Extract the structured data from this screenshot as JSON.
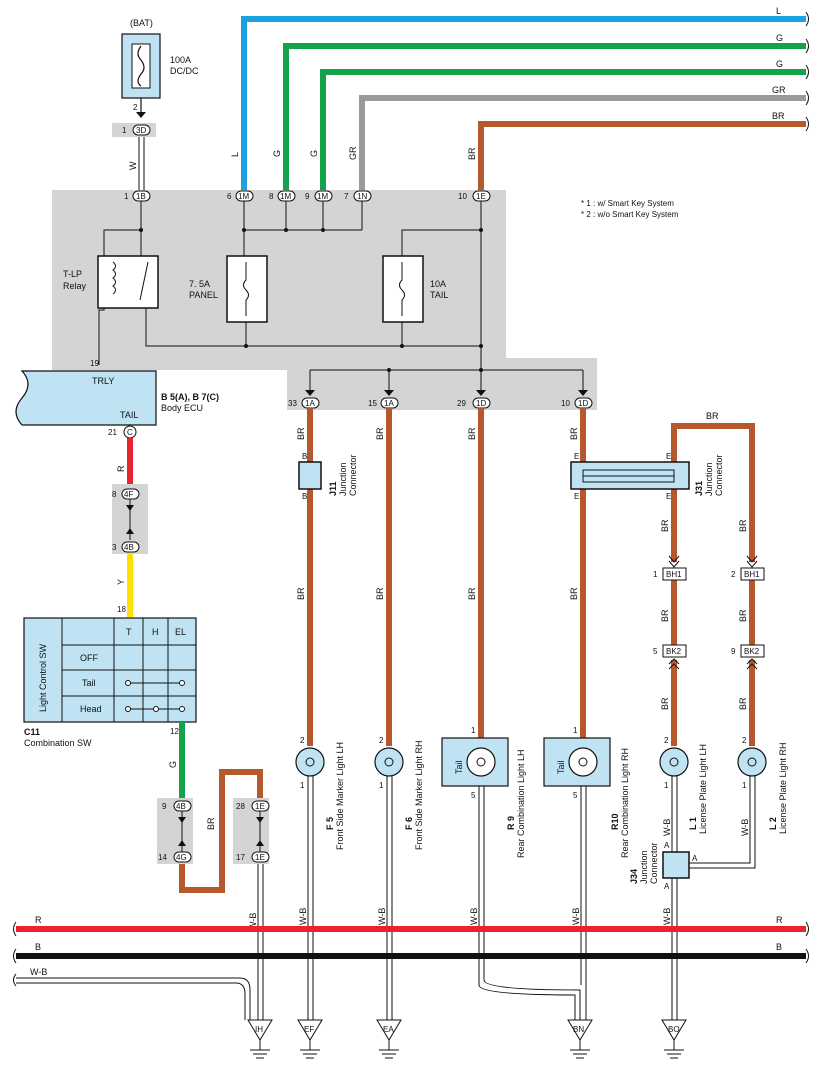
{
  "colors": {
    "blue": "#1aa3e0",
    "green": "#13a34a",
    "gray": "#9a9a9a",
    "brown": "#b5582e",
    "red": "#e8232b",
    "yellow": "#ffe100",
    "black": "#111111",
    "panel": "#d4d4d4",
    "ecu": "#bfe3f2"
  },
  "right_wires": [
    {
      "label": "L"
    },
    {
      "label": "G"
    },
    {
      "label": "G"
    },
    {
      "label": "GR"
    },
    {
      "label": "BR"
    }
  ],
  "top": {
    "bat": "(BAT)",
    "fuse100a": "100A",
    "fuse100a_name": "DC/DC",
    "pin2": "2",
    "conn3d_pin": "1",
    "conn3d": "3D",
    "wire_w": "W"
  },
  "junction_top": {
    "c1b_pin": "1",
    "c1b": "1B",
    "c1m1_pin": "6",
    "c1m1": "1M",
    "c1m2_pin": "8",
    "c1m2": "1M",
    "c1m3_pin": "9",
    "c1m3": "1M",
    "c1n_pin": "7",
    "c1n": "1N",
    "c1e_pin": "10",
    "c1e": "1E",
    "wire_l": "L",
    "wire_g1": "G",
    "wire_g2": "G",
    "wire_gr": "GR",
    "wire_br": "BR"
  },
  "notes": [
    "* 1 : w/ Smart Key System",
    "* 2 : w/o Smart Key System"
  ],
  "relay": {
    "name": "T-LP",
    "name2": "Relay"
  },
  "fuse_panel": {
    "amp": "7. 5A",
    "name": "PANEL"
  },
  "fuse_tail": {
    "amp": "10A",
    "name": "TAIL"
  },
  "ecu": {
    "pin19": "19",
    "trly": "TRLY",
    "tail": "TAIL",
    "code": "B 5(A), B 7(C)",
    "name": "Body ECU",
    "pin21": "21",
    "conn_c": "C"
  },
  "bottom_conns": [
    {
      "pin": "33",
      "conn": "1A"
    },
    {
      "pin": "15",
      "conn": "1A"
    },
    {
      "pin": "29",
      "conn": "1D"
    },
    {
      "pin": "10",
      "conn": "1D"
    }
  ],
  "left_chain": {
    "wire_r": "R",
    "c4f_pin": "8",
    "c4f": "4F",
    "c4b_pin": "3",
    "c4b": "4B",
    "wire_y": "Y",
    "pin18": "18",
    "pin12": "12",
    "wire_g": "G",
    "c4b2_pin": "9",
    "c4b2": "4B",
    "c4g_pin": "14",
    "c4g": "4G",
    "wire_br": "BR",
    "c1e_a_pin": "28",
    "c1e_a": "1E",
    "c1e_b_pin": "17",
    "c1e_b": "1E",
    "wire_wb": "W-B"
  },
  "combination_sw": {
    "cols": [
      "T",
      "H",
      "EL"
    ],
    "rows": [
      "OFF",
      "Tail",
      "Head"
    ],
    "side_label": "Light Control SW",
    "code": "C11",
    "name": "Combination SW"
  },
  "branch": {
    "wire_br": "BR",
    "j11_code": "J11",
    "j11_name": "Junction",
    "j11_name2": "Connector",
    "j11_pin_b1": "B",
    "j11_pin_b2": "B",
    "j31_code": "J31",
    "j31_name": "Junction",
    "j31_name2": "Connector",
    "j31_pins": [
      "E",
      "E",
      "E",
      "E"
    ],
    "bh1_a_pin": "1",
    "bh1_a": "BH1",
    "bh1_b_pin": "2",
    "bh1_b": "BH1",
    "bk2_a_pin": "5",
    "bk2_a": "BK2",
    "bk2_b_pin": "9",
    "bk2_b": "BK2",
    "j34_code": "J34",
    "j34_name": "Junction",
    "j34_name2": "Connector",
    "j34_pins": [
      "A",
      "A",
      "A"
    ]
  },
  "lamps": [
    {
      "code": "F 5",
      "name": "Front Side Marker Light LH",
      "pin_top": "2",
      "pin_bot": "1",
      "tail": ""
    },
    {
      "code": "F 6",
      "name": "Front Side Marker Light RH",
      "pin_top": "2",
      "pin_bot": "1",
      "tail": ""
    },
    {
      "code": "R 9",
      "name": "Rear Combination Light LH",
      "pin_top": "1",
      "pin_bot": "5",
      "tail": "Tail"
    },
    {
      "code": "R10",
      "name": "Rear Combination Light RH",
      "pin_top": "1",
      "pin_bot": "5",
      "tail": "Tail"
    },
    {
      "code": "L 1",
      "name": "License Plate Light LH",
      "pin_top": "2",
      "pin_bot": "1",
      "tail": ""
    },
    {
      "code": "L 2",
      "name": "License Plate Light RH",
      "pin_top": "2",
      "pin_bot": "1",
      "tail": ""
    }
  ],
  "bus": {
    "r": "R",
    "b": "B",
    "wb": "W-B"
  },
  "grounds": [
    "IH",
    "EF",
    "EA",
    "BN",
    "BO"
  ]
}
